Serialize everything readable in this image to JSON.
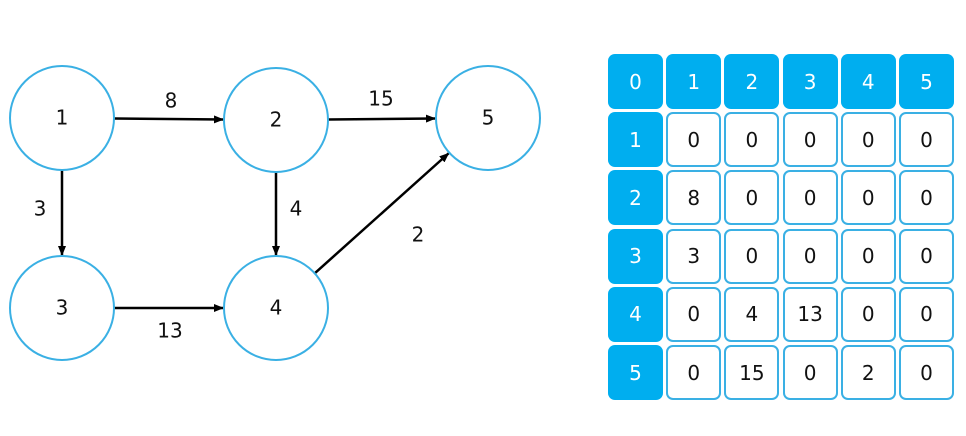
{
  "colors": {
    "accent": "#00aeef",
    "node_stroke": "#3ab0e4",
    "edge": "#000000"
  },
  "graph": {
    "nodes": [
      {
        "id": "1",
        "label": "1"
      },
      {
        "id": "2",
        "label": "2"
      },
      {
        "id": "3",
        "label": "3"
      },
      {
        "id": "4",
        "label": "4"
      },
      {
        "id": "5",
        "label": "5"
      }
    ],
    "edges": [
      {
        "from": "1",
        "to": "2",
        "weight": "8"
      },
      {
        "from": "2",
        "to": "5",
        "weight": "15"
      },
      {
        "from": "1",
        "to": "3",
        "weight": "3"
      },
      {
        "from": "2",
        "to": "4",
        "weight": "4"
      },
      {
        "from": "3",
        "to": "4",
        "weight": "13"
      },
      {
        "from": "4",
        "to": "5",
        "weight": "2"
      }
    ]
  },
  "matrix": {
    "corner": "0",
    "col_headers": [
      "1",
      "2",
      "3",
      "4",
      "5"
    ],
    "row_headers": [
      "1",
      "2",
      "3",
      "4",
      "5"
    ],
    "rows": [
      [
        "0",
        "0",
        "0",
        "0",
        "0"
      ],
      [
        "8",
        "0",
        "0",
        "0",
        "0"
      ],
      [
        "3",
        "0",
        "0",
        "0",
        "0"
      ],
      [
        "0",
        "4",
        "13",
        "0",
        "0"
      ],
      [
        "0",
        "15",
        "0",
        "2",
        "0"
      ]
    ]
  }
}
